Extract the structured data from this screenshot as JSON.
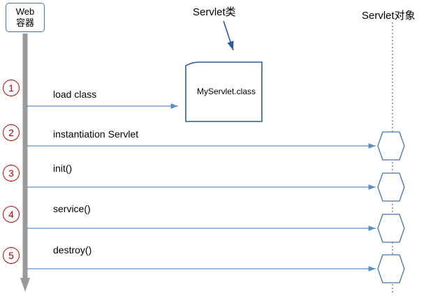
{
  "diagram": {
    "type": "sequence-diagram",
    "title_labels": {
      "servlet_class": "Servlet类",
      "servlet_object": "Servlet对象"
    },
    "actors": {
      "web_container": {
        "line1": "Web",
        "line2": "容器"
      }
    },
    "class_file": {
      "name": "MyServlet.class"
    },
    "steps": [
      {
        "number": "1",
        "label": "load class"
      },
      {
        "number": "2",
        "label": "instantiation Servlet"
      },
      {
        "number": "3",
        "label": "init()"
      },
      {
        "number": "4",
        "label": "service()"
      },
      {
        "number": "5",
        "label": "destroy()"
      }
    ],
    "colors": {
      "accent_blue": "#4472a8",
      "arrow_blue": "#5b8fc9",
      "lifeline_gray": "#9a9a9a",
      "number_red": "#c00000"
    }
  }
}
